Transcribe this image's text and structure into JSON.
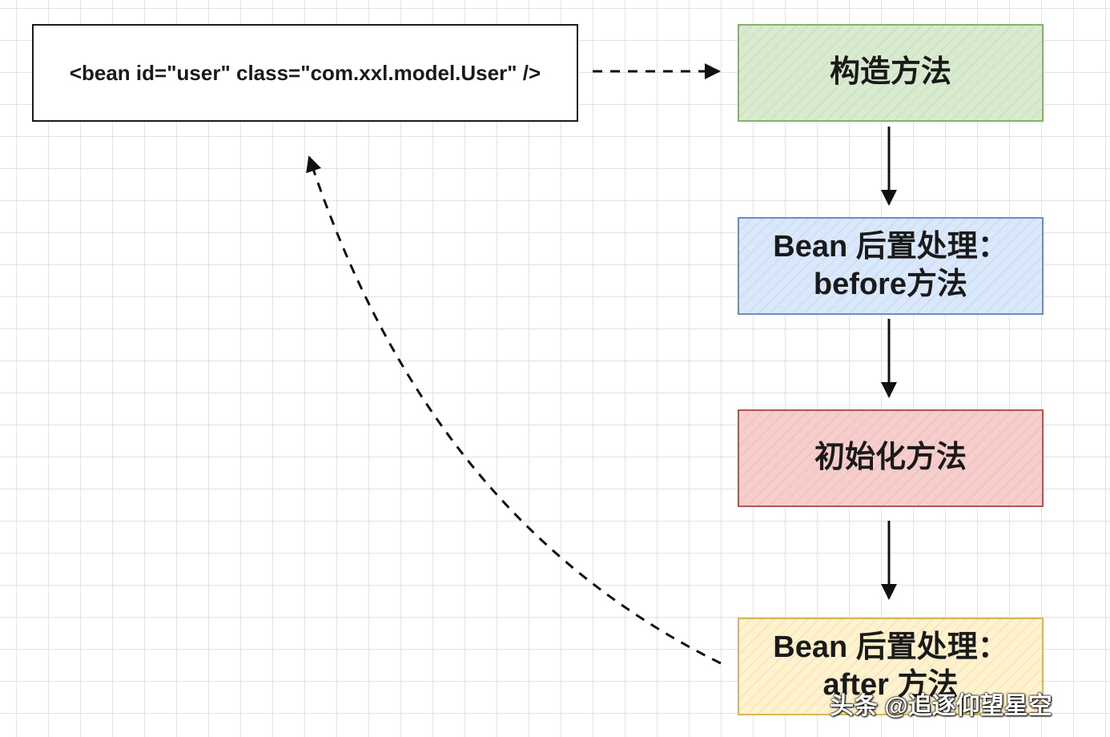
{
  "bean_definition": "<bean id=\"user\" class=\"com.xxl.model.User\" />",
  "steps": [
    {
      "label": "构造方法",
      "color": "#d9ebcf"
    },
    {
      "label": "Bean 后置处理：\nbefore方法",
      "color": "#dae8fc"
    },
    {
      "label": "初始化方法",
      "color": "#f8cecc"
    },
    {
      "label": "Bean 后置处理：\nafter 方法",
      "color": "#fff2cc"
    }
  ],
  "watermark": "头条 @追逐仰望星空"
}
